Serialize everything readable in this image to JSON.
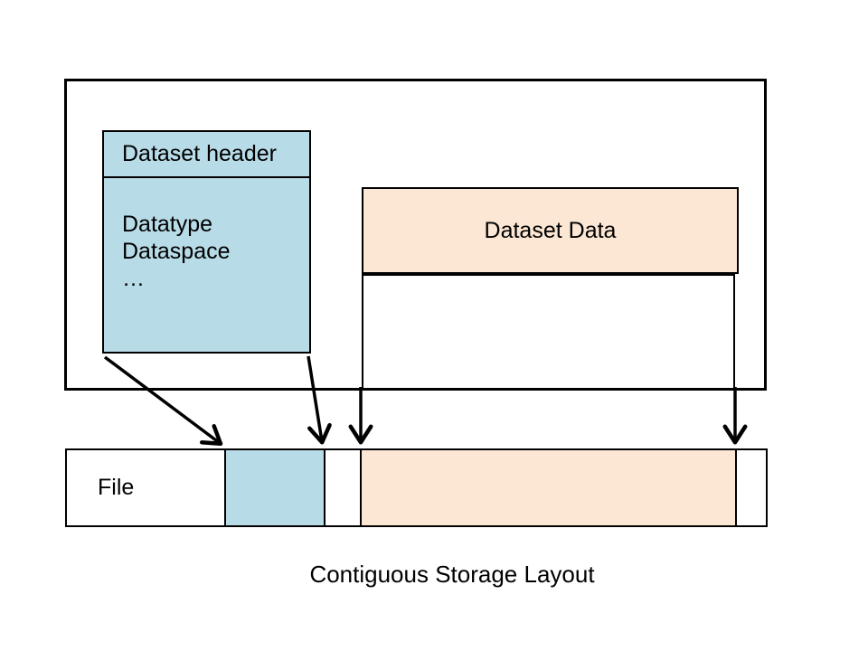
{
  "colors": {
    "blue": "#B8DBE8",
    "peach": "#FCE6D4",
    "line": "#000000"
  },
  "diagram": {
    "header_box": {
      "title": "Dataset header",
      "items": [
        "Datatype",
        "Dataspace",
        "…"
      ]
    },
    "data_box": {
      "label": "Dataset Data"
    },
    "file_bar": {
      "label": "File"
    },
    "caption": "Contiguous Storage Layout"
  }
}
